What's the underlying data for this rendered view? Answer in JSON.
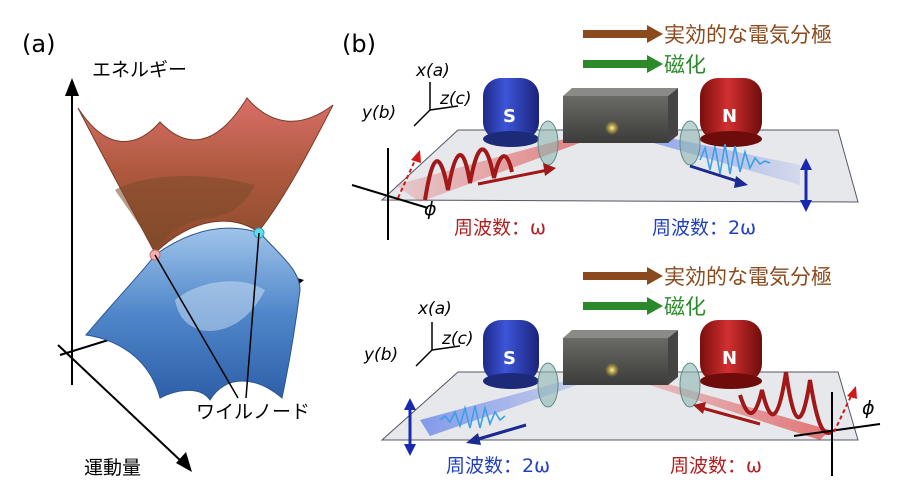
{
  "panel_a": {
    "label": "(a)",
    "energy_axis": "エネルギー",
    "momentum_axis": "運動量",
    "weyl_nodes": "ワイルノード"
  },
  "panel_b": {
    "label": "(b)",
    "legend": {
      "polarization": "実効的な電気分極",
      "magnetization": "磁化"
    },
    "axes": {
      "x": "x(a)",
      "y": "y(b)",
      "z": "z(c)"
    },
    "magnet_s": "S",
    "magnet_n": "N",
    "phi": "ϕ",
    "freq_fundamental": "周波数：ω",
    "freq_second": "周波数：2ω"
  },
  "colors": {
    "polarization_arrow": "#8a4a1e",
    "magnetization_arrow": "#2a8a2a",
    "red_beam": "#b02020",
    "blue_beam": "#2040c0",
    "magnet_s": "#2a3aa8",
    "magnet_n": "#a01818"
  }
}
